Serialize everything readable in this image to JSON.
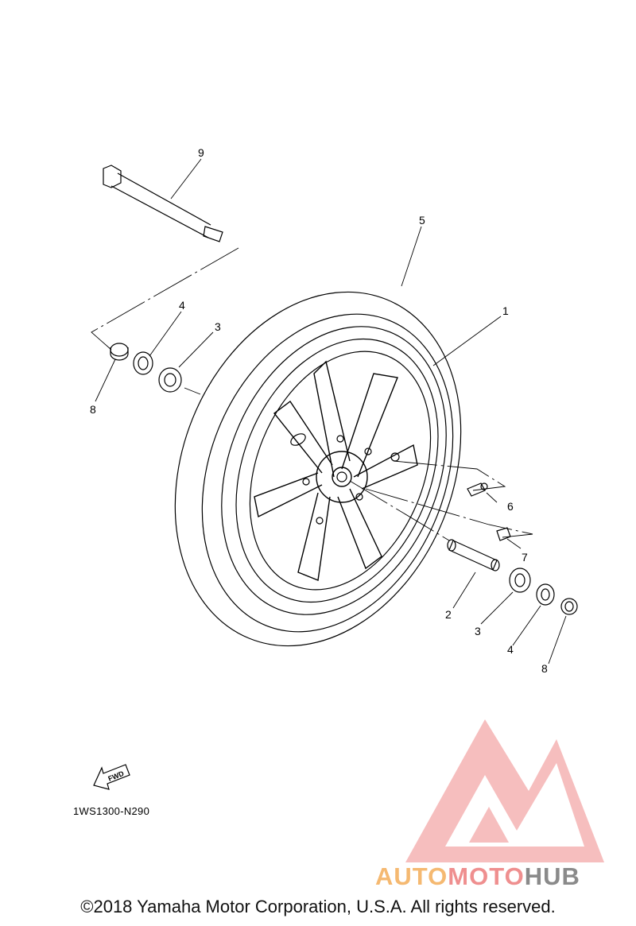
{
  "diagram": {
    "drawing_code": "1WS1300-N290",
    "fwd_label": "FWD",
    "copyright": "©2018 Yamaha Motor Corporation, U.S.A. All rights reserved.",
    "callouts": {
      "p1": "1",
      "p2": "2",
      "p3_left": "3",
      "p3_right": "3",
      "p4_left": "4",
      "p4_right": "4",
      "p5": "5",
      "p6": "6",
      "p7": "7",
      "p8_left": "8",
      "p8_right": "8",
      "p9": "9"
    }
  },
  "watermark": {
    "brand_part1": "AUTO",
    "brand_part2": "MOTO",
    "brand_part3": "HUB",
    "colors": {
      "auto": "#f5b971",
      "moto": "#ef8f8f",
      "hub": "#8a8a8a",
      "logo": "#f4a7a7"
    }
  }
}
